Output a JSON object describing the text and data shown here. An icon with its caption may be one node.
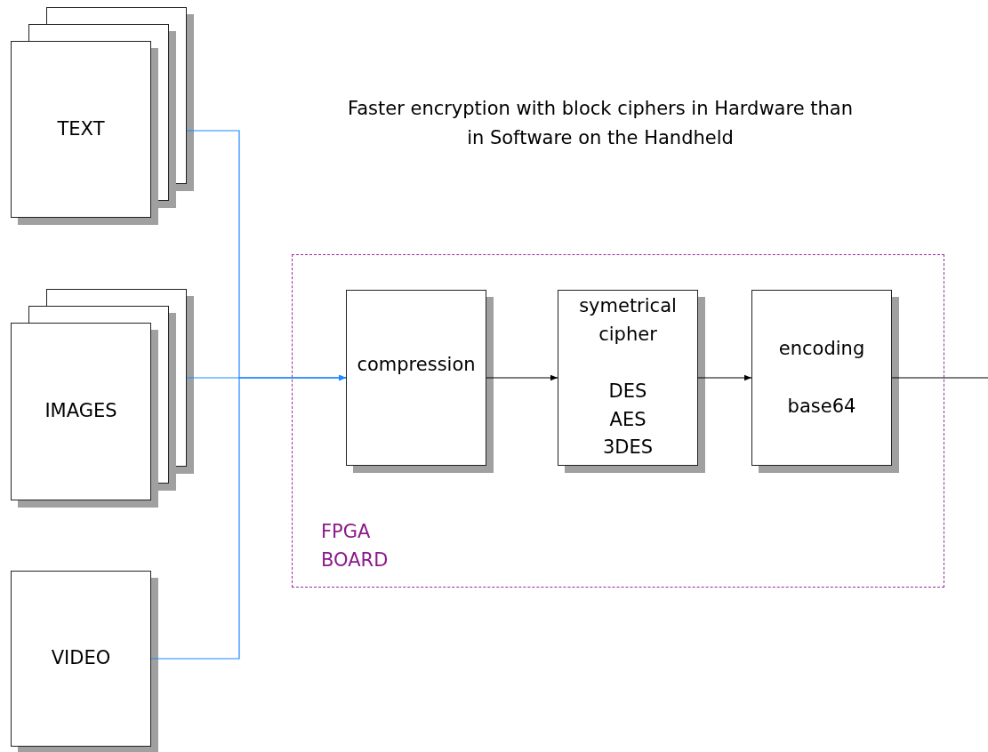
{
  "diagram": {
    "title": "Faster encryption with block ciphers in Hardware than in Software on the Handheld",
    "nodes": [
      {
        "text": [
          "TEXT"
        ]
      },
      {
        "text": [
          "IMAGES"
        ]
      },
      {
        "text": [
          "VIDEO"
        ]
      },
      {
        "text": [
          "FPGA BOARD"
        ]
      },
      {
        "text": [
          "compression"
        ],
        "in": 3
      },
      {
        "text": [
          "symetrical cipher",
          "DES AES 3DES"
        ],
        "in": 3
      },
      {
        "text": [
          "encoding",
          "base64"
        ],
        "in": 3
      }
    ],
    "edges": [
      {
        "from": 0,
        "to": 4,
        "arrow": "to",
        "color": "#1e88ff"
      },
      {
        "from": 1,
        "to": 4,
        "arrow": "to",
        "color": "#1e88ff"
      },
      {
        "from": 2,
        "to": 4,
        "arrow": "to",
        "color": "#1e88ff"
      },
      {
        "from": 4,
        "to": 5,
        "arrow": "to",
        "color": "#000000"
      },
      {
        "from": 5,
        "to": 6,
        "arrow": "to",
        "color": "#000000"
      },
      {
        "from": 6,
        "to": null,
        "arrow": "none",
        "color": "#000000"
      }
    ]
  }
}
